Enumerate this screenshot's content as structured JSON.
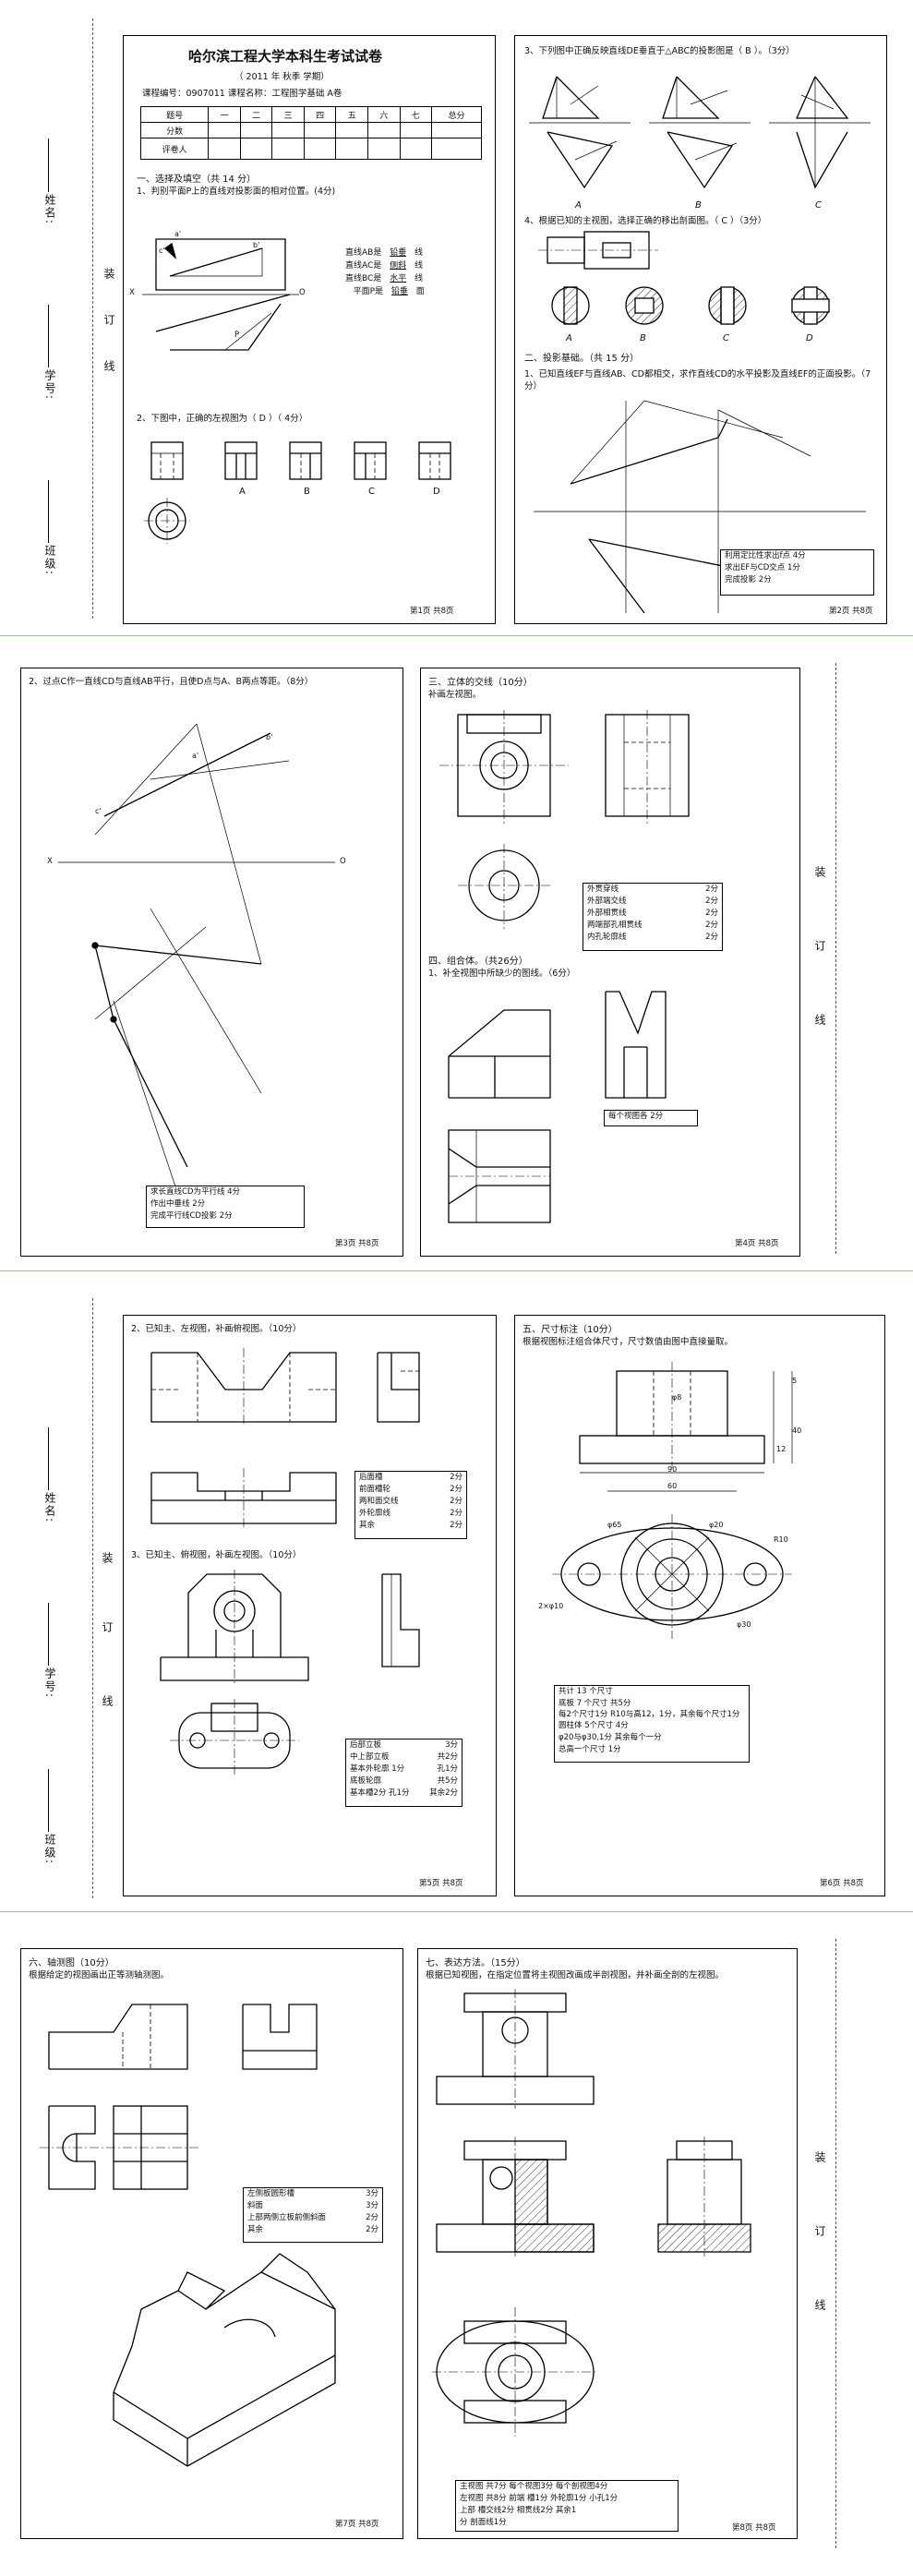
{
  "page1": {
    "title": "哈尔滨工程大学本科生考试试卷",
    "term_line": "（ 2011 年  秋季  学期）",
    "course_line": "课程编号：0907011  课程名称：工程图学基础 A卷",
    "score_table": {
      "row1": [
        "题号",
        "一",
        "二",
        "三",
        "四",
        "五",
        "六",
        "七",
        "总分"
      ],
      "row2": "分数",
      "row3": "评卷人"
    },
    "side": {
      "name": "姓名:",
      "number": "学号:",
      "class": "班级:",
      "zhuang": "装",
      "ding": "订",
      "xian": "线"
    },
    "q1_heading": "一、选择及填空（共 14 分）",
    "q1_1": "1、判别平面P上的直线对投影面的相对位置。(4分)",
    "q1_1_labels": {
      "a": "a'",
      "b": "b'",
      "c": "c'",
      "x": "X",
      "o": "O",
      "p": "P"
    },
    "q1_1_fill": [
      {
        "label": "直线AB是",
        "answer": "铅垂",
        "suffix": "线"
      },
      {
        "label": "直线AC是",
        "answer": "侧斜",
        "suffix": "线"
      },
      {
        "label": "直线BC是",
        "answer": "水平",
        "suffix": "线"
      },
      {
        "label": "平面P是",
        "answer": "铅垂",
        "suffix": "面"
      }
    ],
    "q1_2": "2、下图中，正确的左视图为（ D ）（ 4分）",
    "q1_2_options": [
      "A",
      "B",
      "C",
      "D"
    ],
    "q1_3": "3、下列图中正确反映直线DE垂直于△ABC的投影图是（  B  ）。（3分）",
    "q1_3_options": [
      "A",
      "B",
      "C"
    ],
    "q1_4": "4、根据已知的主视图，选择正确的移出剖面图。（ C ）（3分）",
    "q1_4_options": [
      "A",
      "B",
      "C",
      "D"
    ],
    "q2_heading": "二、投影基础。（共 15 分）",
    "q2_1": "1、已知直线EF与直线AB、CD都相交，求作直线CD的水平投影及直线EF的正面投影。（7分）",
    "q2_1_score": [
      "利用定比性求出f点 4分",
      "求出EF与CD交点 1分",
      "完成投影      2分"
    ],
    "footer_left": "第1页  共8页",
    "footer_right": "第2页  共8页"
  },
  "page2": {
    "q2_2": "2、过点C作一直线CD与直线AB平行，且使D点与A、B两点等距。（8分）",
    "q2_2_labels": {
      "a": "a'",
      "b": "b'",
      "c": "c'",
      "x": "X",
      "o": "O"
    },
    "q2_2_score": [
      "求长直线CD为平行线 4分",
      "作出中垂线       2分",
      "完成平行线CD投影  2分"
    ],
    "q3_heading": "三、立体的交线（10分）",
    "q3_sub": "补画左视图。",
    "q3_score": [
      {
        "label": "外贯穿线",
        "score": "2分"
      },
      {
        "label": "外部端交线",
        "score": "2分"
      },
      {
        "label": "外部相贯线",
        "score": "2分"
      },
      {
        "label": "两端部孔相贯线",
        "score": "2分"
      },
      {
        "label": "内孔轮廓线",
        "score": "2分"
      }
    ],
    "q4_heading": "四、组合体。（共26分）",
    "q4_1": "1、补全视图中所缺少的图线。（6分）",
    "q4_1_score": "每个视图各 2分",
    "footer_left": "第3页  共8页",
    "footer_right": "第4页  共8页",
    "side": {
      "zhuang": "装",
      "ding": "订",
      "xian": "线"
    }
  },
  "page3": {
    "q4_2": "2、已知主、左视图，补画俯视图。（10分）",
    "q4_2_score": [
      {
        "label": "后面槽",
        "score": "2分"
      },
      {
        "label": "前面槽轮",
        "score": "2分"
      },
      {
        "label": "两和面交线",
        "score": "2分"
      },
      {
        "label": "外轮廓线",
        "score": "2分"
      },
      {
        "label": "其余",
        "score": "2分"
      }
    ],
    "q4_3": "3、已知主、俯视图，补画左视图。（10分）",
    "q4_3_score": [
      {
        "label": "后部立板",
        "score": "3分"
      },
      {
        "label": "中上部立板",
        "score": "共2分"
      },
      {
        "label": "基本外轮廓 1分",
        "score": "孔1分"
      },
      {
        "label": "底板轮廓",
        "score": "共5分"
      },
      {
        "label": "基本槽2分 孔1分",
        "score": "其余2分"
      }
    ],
    "q5_heading": "五、尺寸标注（10分）",
    "q5_sub": "根据视图标注组合体尺寸，尺寸数值由图中直接量取。",
    "q5_dims": {
      "d8": "φ8",
      "d40": "40",
      "d5": "5",
      "d12": "12",
      "d60": "60",
      "d90": "90",
      "d65": "φ65",
      "d20": "φ20",
      "r10": "R10",
      "d30": "φ30",
      "two_d10": "2×φ10"
    },
    "q5_score": [
      "共计 13 个尺寸",
      "底板 7 个尺寸           共5分",
      "每2个尺寸1分  R10与高12，1分，其余每个尺寸1分",
      "圆柱体 5个尺寸           4分",
      "φ20与φ30,1分  其余每个一分",
      "总高一个尺寸            1分"
    ],
    "footer_left": "第5页  共8页",
    "footer_right": "第6页  共8页",
    "side": {
      "name": "姓名:",
      "number": "学号:",
      "class": "班级:",
      "zhuang": "装",
      "ding": "订",
      "xian": "线"
    }
  },
  "page4": {
    "q6_heading": "六、轴测图（10分）",
    "q6_sub": "根据给定的视图画出正等测轴测图。",
    "q6_score": [
      {
        "label": "左侧板圆形槽",
        "score": "3分"
      },
      {
        "label": "斜面",
        "score": "3分"
      },
      {
        "label": "上部两侧立板前侧斜面",
        "score": "2分"
      },
      {
        "label": "其余",
        "score": "2分"
      }
    ],
    "q7_heading": "七、表达方法。（15分）",
    "q7_sub": "根据已知视图，在指定位置将主视图改画成半剖视图，并补画全剖的左视图。",
    "q7_score": [
      "主视图    共7分   每个视图3分  每个剖视图4分",
      "左视图    共8分   前端 槽1分 外轮廓1分 小孔1分",
      "                   上部 槽交线2分 相贯线2分 其余1",
      "分  剖面线1分"
    ],
    "footer_left": "第7页  共8页",
    "footer_right": "第8页  共8页",
    "side": {
      "zhuang": "装",
      "ding": "订",
      "xian": "线"
    }
  }
}
